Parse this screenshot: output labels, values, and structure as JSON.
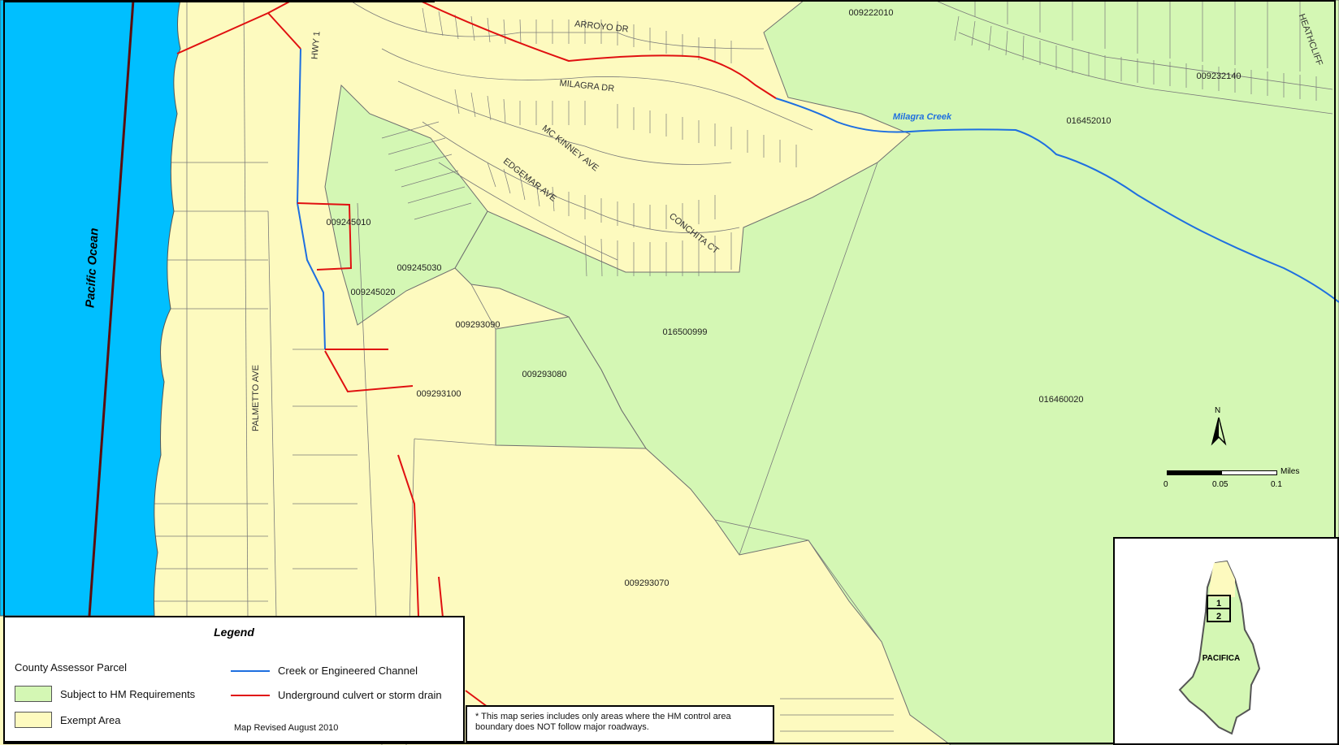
{
  "title_block": "",
  "ocean_label": "Pacific Ocean",
  "creek_label": "Milagra Creek",
  "roads": {
    "arroyo": "ARROYO DR",
    "milagra": "MILAGRA DR",
    "mckinney": "MC KINNEY AVE",
    "edgemar": "EDGEMAR AVE",
    "conchita": "CONCHITA CT",
    "hwy1": "HWY 1",
    "palmetto": "PALMETTO AVE",
    "heathcliff": "HEATHCLIFF"
  },
  "parcels": {
    "p009222010": "009222010",
    "p009232140": "009232140",
    "p016452010": "016452010",
    "p009245010": "009245010",
    "p009245030": "009245030",
    "p009245020": "009245020",
    "p009293090": "009293090",
    "p016500999": "016500999",
    "p009293080": "009293080",
    "p009293100": "009293100",
    "p016460020": "016460020",
    "p009293070": "009293070"
  },
  "legend": {
    "title": "Legend",
    "heading": "County Assessor Parcel",
    "subject": "Subject to HM Requirements",
    "exempt": "Exempt Area",
    "creek": "Creek or Engineered Channel",
    "culvert": "Underground culvert or storm drain",
    "revised": "Map Revised August 2010"
  },
  "note": "* This map series includes only areas where the HM control area boundary does NOT follow major roadways.",
  "scale": {
    "unit": "Miles",
    "t0": "0",
    "t1": "0.05",
    "t2": "0.1"
  },
  "north": "N",
  "inset": {
    "city": "PACIFICA",
    "box1": "1",
    "box2": "2"
  },
  "colors": {
    "ocean": "#00bfff",
    "subject": "#d4f7b4",
    "exempt": "#fdfabf",
    "creek": "#1e6fe0",
    "culvert": "#e01010",
    "parcel_line": "#777777"
  }
}
